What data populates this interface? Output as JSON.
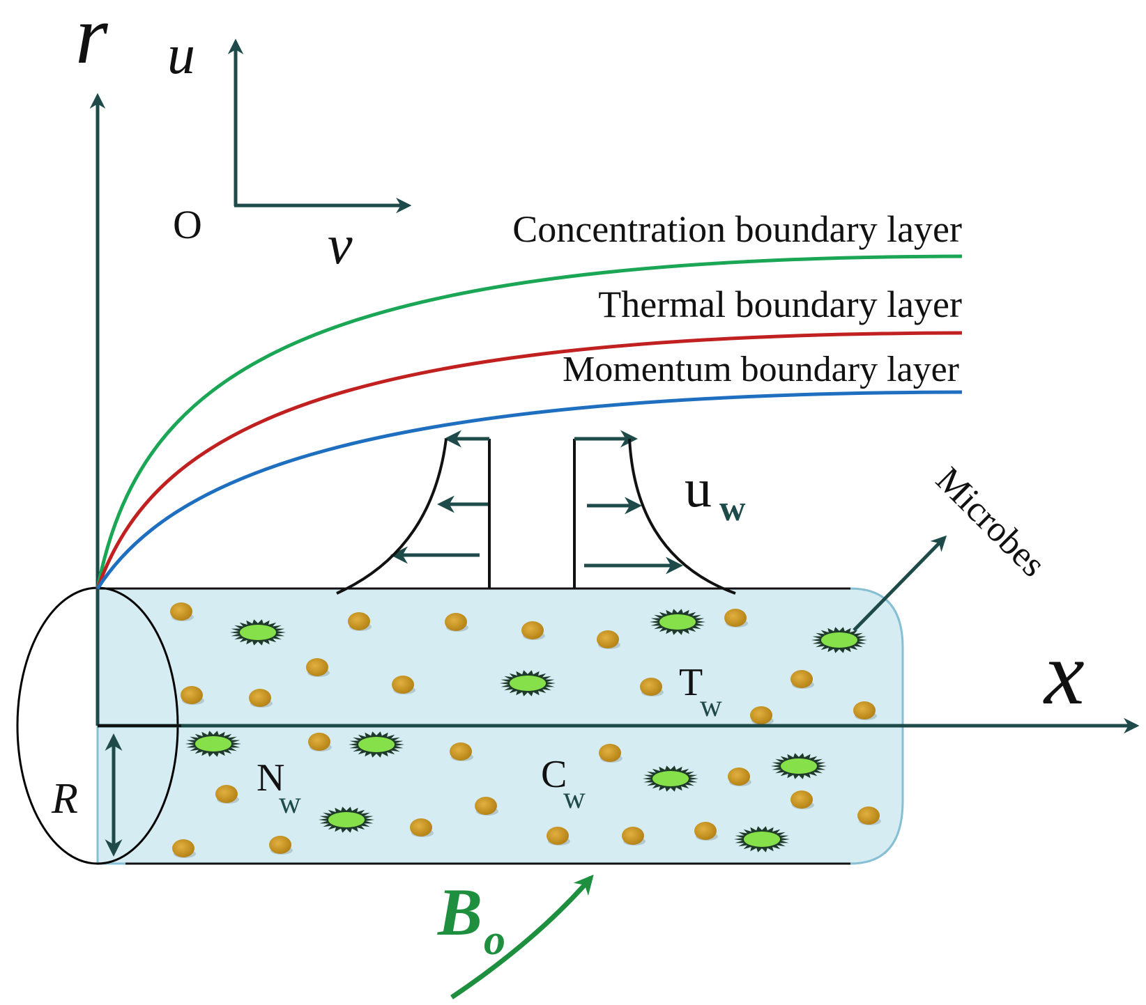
{
  "labels": {
    "r_axis": "r",
    "u_axis": "u",
    "v_axis": "v",
    "origin": "O",
    "x_axis": "x",
    "radius": "R",
    "concentration_layer": "Concentration boundary layer",
    "thermal_layer": "Thermal boundary layer",
    "momentum_layer": "Momentum boundary layer",
    "wall_velocity_main": "u",
    "wall_velocity_sub": "w",
    "microbes": "Microbes",
    "wall_temperature_main": "T",
    "wall_temperature_sub": "w",
    "wall_concentration_main": "C",
    "wall_concentration_sub": "w",
    "wall_microbe_main": "N",
    "wall_microbe_sub": "w",
    "magnetic_field_main": "B",
    "magnetic_field_sub": "o"
  },
  "colors": {
    "axis": "#1f4a4a",
    "concentration": "#1aa655",
    "thermal": "#c0201f",
    "momentum": "#1f6fc0",
    "cylinder_fill": "#d6ecf3",
    "cylinder_edge": "#86bfd4",
    "nanoparticle": "#c9951e",
    "microbe_fill": "#86e04a",
    "magnetic": "#1e8f3f"
  }
}
